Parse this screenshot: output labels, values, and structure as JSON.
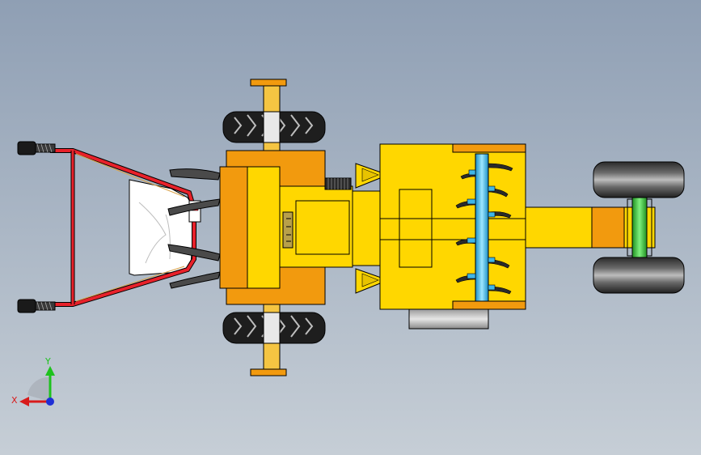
{
  "viewport": {
    "background_top": "#8f9fb4",
    "background_bottom": "#c6ced6"
  },
  "colors": {
    "body_yellow": "#ffd700",
    "body_orange": "#f29a0e",
    "handle_red": "#e8212a",
    "shaft_blue": "#3fb6e8",
    "axle_green": "#39c43a",
    "tire_black": "#1e1e1e",
    "rim_grey": "#c8c8c8",
    "outline": "#000000"
  },
  "components": [
    {
      "name": "handlebar",
      "icon": "handlebar-icon"
    },
    {
      "name": "hand-grip-left",
      "icon": "grip-icon"
    },
    {
      "name": "hand-grip-right",
      "icon": "grip-icon"
    },
    {
      "name": "rear-plate",
      "icon": "plate-icon"
    },
    {
      "name": "front-wheel-top",
      "icon": "tire-icon"
    },
    {
      "name": "front-wheel-bottom",
      "icon": "tire-icon"
    },
    {
      "name": "engine-block",
      "icon": "engine-icon"
    },
    {
      "name": "gearbox",
      "icon": "gearbox-icon"
    },
    {
      "name": "tiller-housing",
      "icon": "housing-icon"
    },
    {
      "name": "rotary-shaft",
      "icon": "shaft-icon"
    },
    {
      "name": "rear-tail-arm",
      "icon": "arm-icon"
    },
    {
      "name": "tail-wheel-top",
      "icon": "tire-icon"
    },
    {
      "name": "tail-wheel-bottom",
      "icon": "tire-icon"
    }
  ],
  "triad": {
    "x_label": "X",
    "y_label": "Y",
    "x_color": "#d81b1b",
    "y_color": "#1ec21e",
    "z_color": "#1f2fd6"
  }
}
